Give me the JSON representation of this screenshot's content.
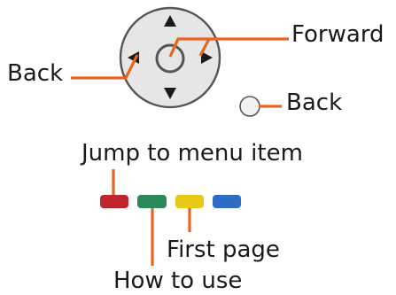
{
  "labels": {
    "forward": "Forward",
    "back_left": "Back",
    "back_button": "Back",
    "jump": "Jump to menu item",
    "first_page": "First page",
    "how_to_use": "How to use"
  },
  "colors": {
    "pad_fill": "#e6e6e6",
    "pad_outline": "#555555",
    "arrow_glyph": "#1a1a1a",
    "leader_line": "#e8641f",
    "red_button": "#c0252b",
    "green_button": "#2a8a5c",
    "yellow_button": "#e8c916",
    "blue_button": "#2e6bc4",
    "back_button_fill": "#f2f2f2"
  },
  "icons": {
    "dpad": "navigation-pad-icon",
    "ok": "ok-ring-icon",
    "back_button": "back-button-icon"
  }
}
